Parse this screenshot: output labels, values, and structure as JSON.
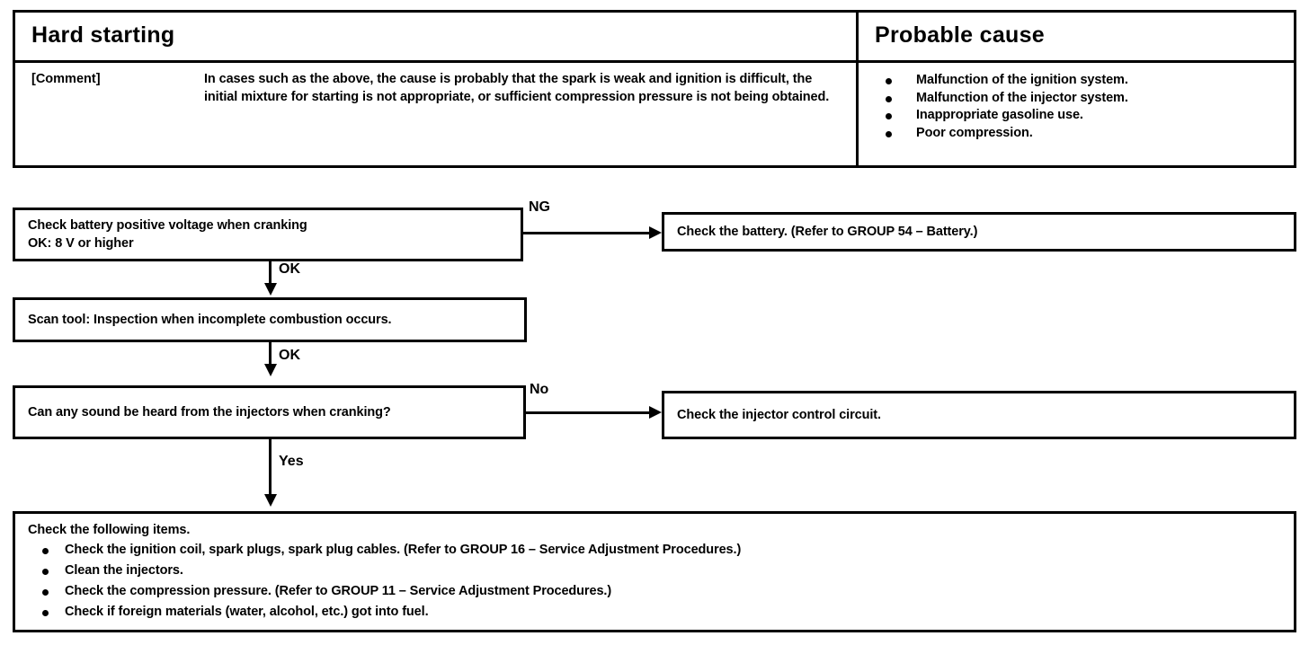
{
  "table": {
    "headers": {
      "symptom": "Hard starting",
      "cause": "Probable cause"
    },
    "comment": {
      "label": "[Comment]",
      "text": "In cases such as the above, the cause is probably that the spark is weak and ignition is difficult, the initial mixture for starting is not appropriate, or sufficient compression pressure is not being obtained."
    },
    "causes": [
      "Malfunction of the ignition system.",
      "Malfunction of the injector system.",
      "Inappropriate gasoline use.",
      "Poor compression."
    ]
  },
  "flowchart": {
    "battery_check": {
      "line1": "Check battery positive voltage when cranking",
      "line2": "OK: 8 V or higher"
    },
    "check_battery": "Check the battery. (Refer to GROUP 54 – Battery.)",
    "scan_tool": "Scan tool: Inspection when incomplete combustion occurs.",
    "injector_question": "Can any sound be heard from the injectors when cranking?",
    "injector_circuit": "Check the injector control circuit.",
    "check_items": {
      "title": "Check the following items.",
      "items": [
        "Check the ignition coil, spark plugs, spark plug cables. (Refer to GROUP 16 – Service Adjustment Procedures.)",
        "Clean the injectors.",
        "Check the compression pressure. (Refer to GROUP 11 – Service Adjustment Procedures.)",
        "Check if foreign materials (water, alcohol, etc.) got into fuel."
      ]
    },
    "labels": {
      "ng": "NG",
      "ok_1": "OK",
      "ok_2": "OK",
      "no": "No",
      "yes": "Yes"
    }
  },
  "colors": {
    "ink": "#000000",
    "paper": "#ffffff"
  }
}
